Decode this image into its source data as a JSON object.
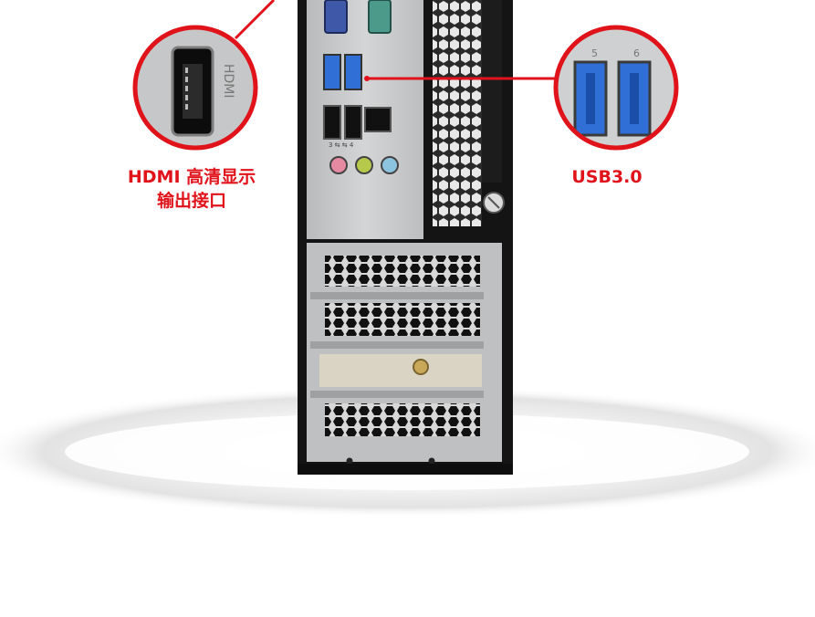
{
  "callouts": {
    "hdmi": {
      "line1": "HDMI 高清显示",
      "line2": "输出接口"
    },
    "usb": {
      "label": "USB3.0"
    }
  },
  "port_marks": {
    "usb_left_number": "5",
    "usb_right_number": "6",
    "audio_row_text": "3 ⇆ ⇆ 4"
  },
  "colors": {
    "accent_red": "#e0131b",
    "usb3_blue": "#2f6fd6",
    "chassis_black": "#141414",
    "panel_grey": "#c9cacb"
  },
  "icons": [
    "hdmi-port-icon",
    "usb3-port-icon",
    "vga-port-icon",
    "serial-port-icon",
    "ethernet-port-icon",
    "audio-jack-icon",
    "thumbscrew-icon"
  ]
}
